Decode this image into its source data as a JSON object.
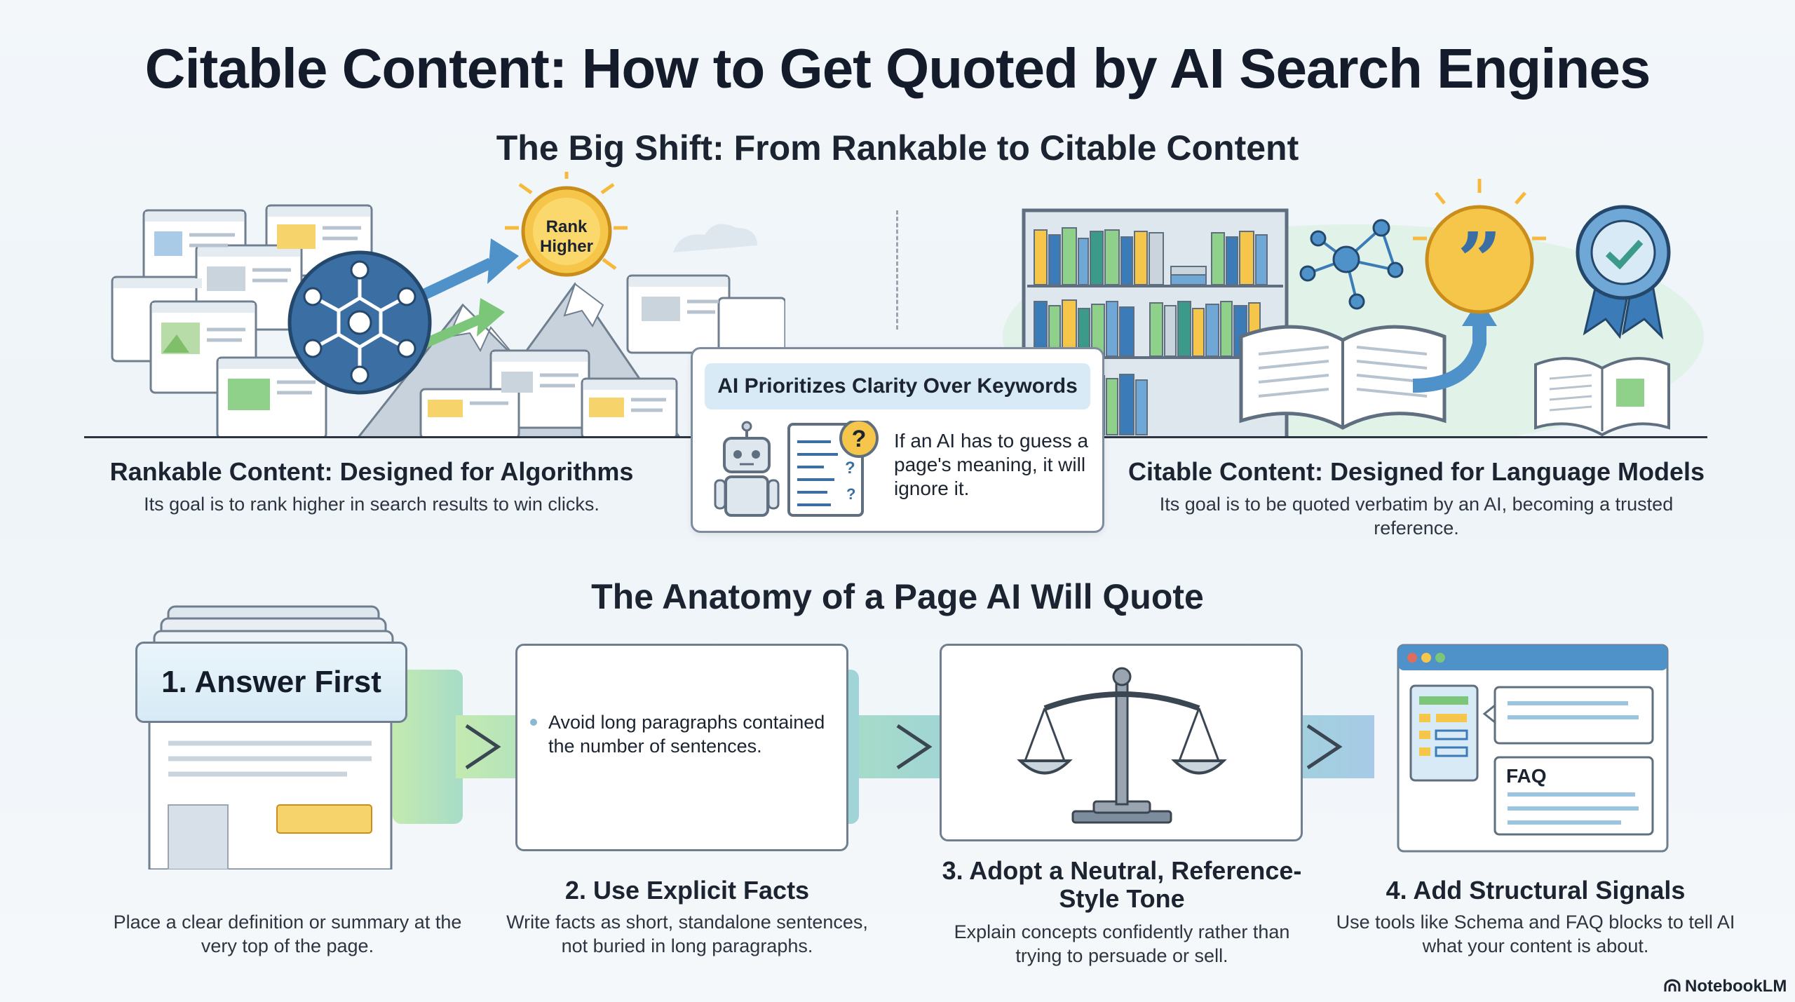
{
  "title": "Citable Content: How to Get Quoted by AI Search Engines",
  "shift_section": {
    "heading": "The Big Shift: From Rankable to Citable Content",
    "badge_text_line1": "Rank",
    "badge_text_line2": "Higher",
    "rankable": {
      "title": "Rankable Content: Designed for Algorithms",
      "description": "Its goal is to rank higher in search results to win clicks."
    },
    "callout": {
      "header": "AI Prioritizes Clarity Over Keywords",
      "text": "If an AI has to guess a page's meaning, it will ignore it."
    },
    "citable": {
      "title": "Citable Content: Designed for Language Models",
      "description": "Its goal is to be quoted verbatim by an AI, becoming a trusted reference."
    }
  },
  "anatomy_section": {
    "heading": "The Anatomy of a Page AI Will Quote",
    "steps": [
      {
        "title": "1. Answer First",
        "description": "Place a clear definition or summary at the very top of the page."
      },
      {
        "title": "2. Use Explicit Facts",
        "card_text": "Avoid long paragraphs contained the number of sentences.",
        "description": "Write facts as short, standalone sentences, not buried in long paragraphs."
      },
      {
        "title": "3. Adopt a Neutral, Reference-Style Tone",
        "description": "Explain concepts confidently rather than trying to persuade or sell."
      },
      {
        "title": "4. Add Structural Signals",
        "card_label": "FAQ",
        "description": "Use tools like Schema and FAQ blocks to tell AI what your content is about."
      }
    ]
  },
  "brand": "NotebookLM",
  "colors": {
    "accent_blue": "#3b7bb8",
    "accent_green": "#8fd18a",
    "accent_yellow": "#f6c64a",
    "arrow_teal": "#a7dcc7"
  }
}
